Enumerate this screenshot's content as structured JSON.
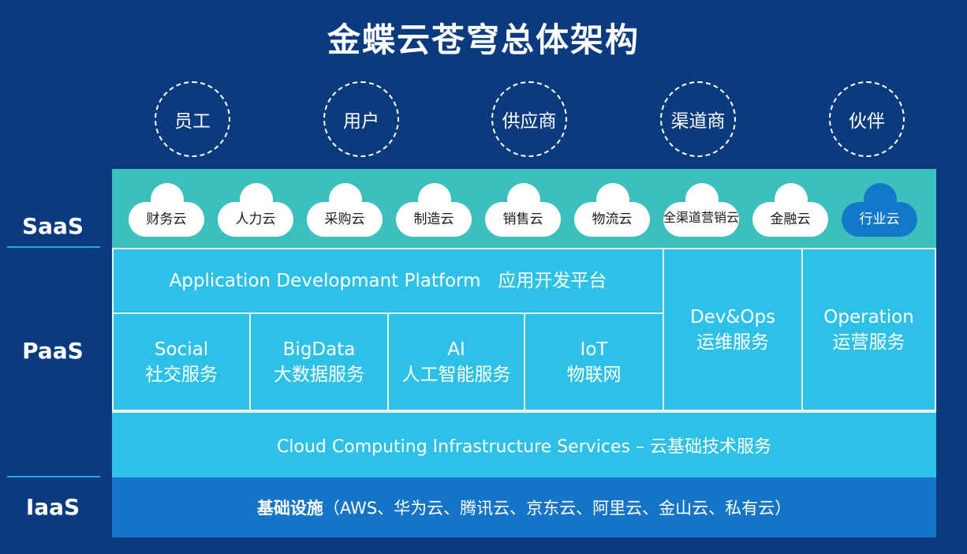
{
  "title": "金蝶云苍穹总体架构",
  "roles": [
    "员工",
    "用户",
    "供应商",
    "渠道商",
    "伙伴"
  ],
  "layers": {
    "saas": "SaaS",
    "paas": "PaaS",
    "iaas": "IaaS"
  },
  "saas_clouds": [
    {
      "line1": "财务云",
      "line2": ""
    },
    {
      "line1": "人力云",
      "line2": ""
    },
    {
      "line1": "采购云",
      "line2": ""
    },
    {
      "line1": "制造云",
      "line2": ""
    },
    {
      "line1": "销售云",
      "line2": ""
    },
    {
      "line1": "物流云",
      "line2": ""
    },
    {
      "line1": "全渠道",
      "line2": "营销云"
    },
    {
      "line1": "金融云",
      "line2": ""
    },
    {
      "line1": "行业云",
      "line2": ""
    }
  ],
  "paas": {
    "platform": "Application Developmant Platform   应用开发平台",
    "modules": [
      {
        "en": "Social",
        "zh": "社交服务"
      },
      {
        "en": "BigData",
        "zh": "大数据服务"
      },
      {
        "en": "AI",
        "zh": "人工智能服务"
      },
      {
        "en": "IoT",
        "zh": "物联网"
      }
    ],
    "devops": {
      "en": "Dev&Ops",
      "zh": "运维服务"
    },
    "operation": {
      "en": "Operation",
      "zh": "运营服务"
    }
  },
  "iaas": {
    "services": "Cloud Computing Infrastructure Services – 云基础技术服务",
    "infra_label": "基础设施",
    "infra_list": "（AWS、华为云、腾讯云、京东云、阿里云、金山云、私有云）"
  },
  "colors": {
    "background": "#0b3a7e",
    "saas_band": "#3cbfbd",
    "paas_band": "#2ec1e8",
    "iaas_band": "#1574c6",
    "highlight_cloud": "#1478c9"
  }
}
